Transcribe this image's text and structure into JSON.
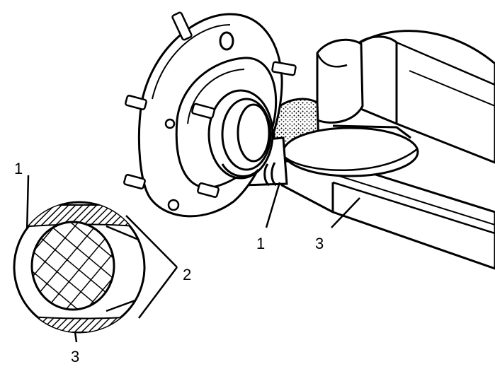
{
  "callouts": {
    "axle_1": "1",
    "axle_3": "3",
    "detail_1": "1",
    "detail_2": "2",
    "detail_3": "3"
  },
  "colors": {
    "ink": "#000000",
    "paper": "#ffffff"
  }
}
